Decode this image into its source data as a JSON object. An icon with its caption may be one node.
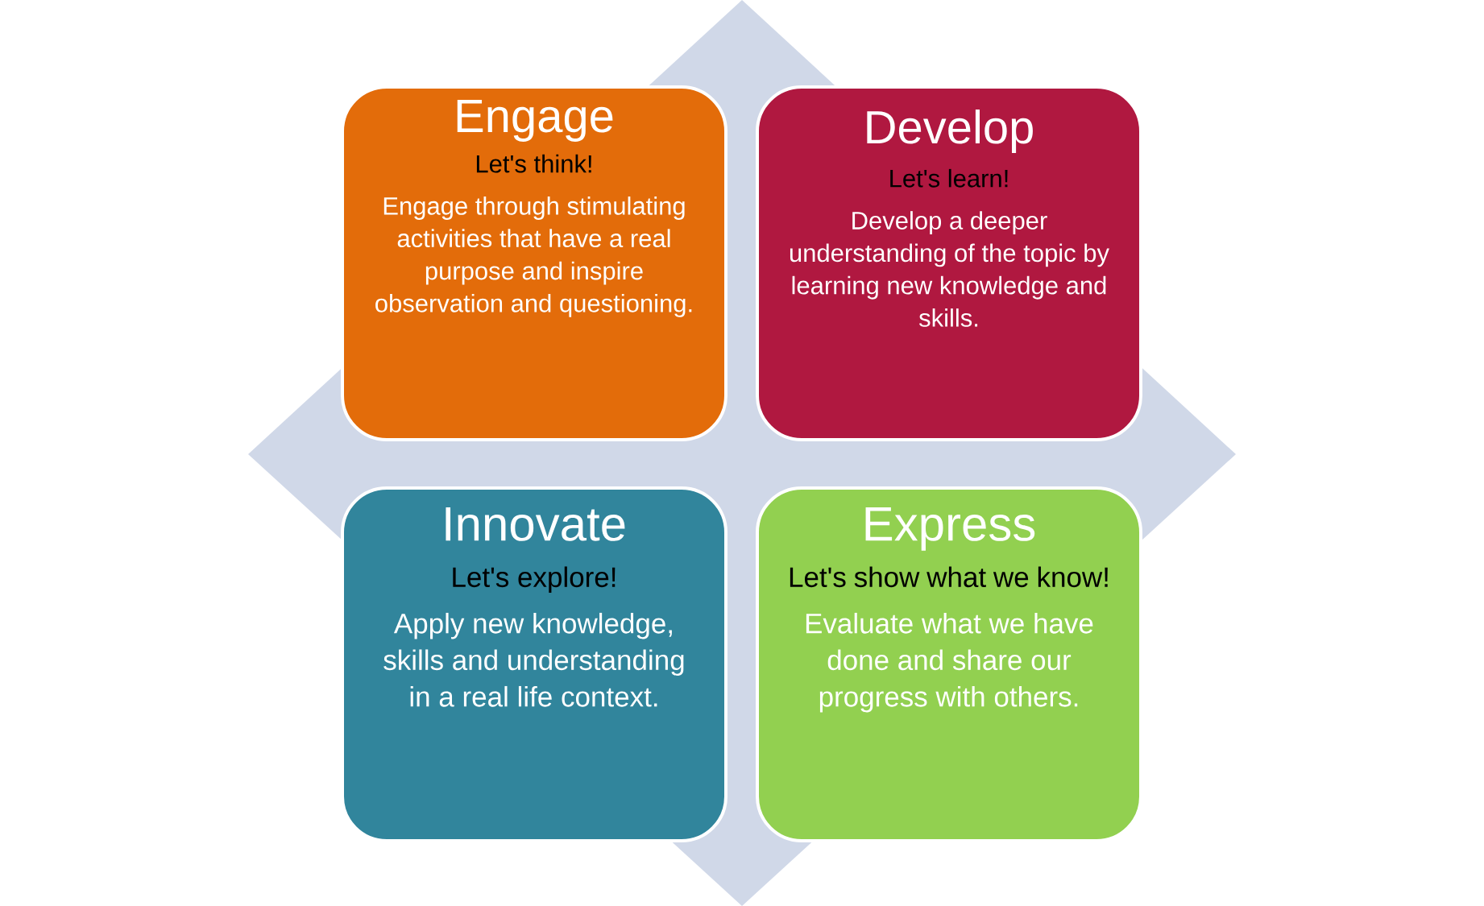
{
  "diagram": {
    "nodes": [
      {
        "text": [
          "Engage",
          "Let's think!",
          "Engage through stimulating activities that have a real purpose and inspire observation and questioning."
        ]
      },
      {
        "text": [
          "Develop",
          "Let's learn!",
          "Develop a deeper understanding of the topic by learning new knowledge and skills."
        ]
      },
      {
        "text": [
          "Innovate",
          "Let's explore!",
          "Apply new knowledge, skills and understanding in a real life context."
        ]
      },
      {
        "text": [
          "Express",
          "Let's show what we know!",
          "Evaluate what we have done and share our progress with others."
        ]
      }
    ],
    "edges": []
  }
}
